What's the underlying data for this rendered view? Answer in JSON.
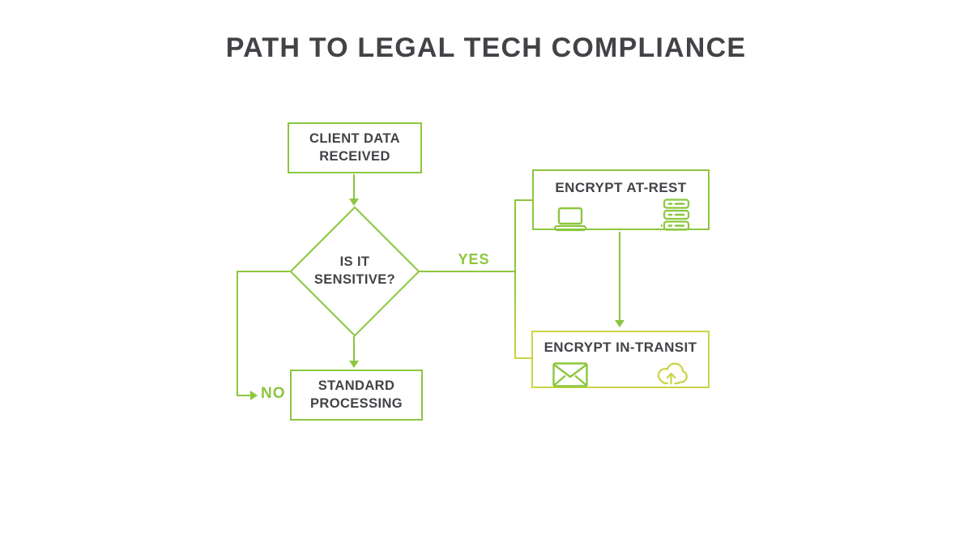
{
  "title": "PATH TO LEGAL TECH COMPLIANCE",
  "colors": {
    "green": "#8CC63F",
    "ygreen": "#C9D445",
    "ink": "#424347",
    "bg": "#FFFFFF"
  },
  "flowchart": {
    "nodes": {
      "client_data": {
        "label": "CLIENT DATA RECEIVED",
        "shape": "rectangle"
      },
      "decision": {
        "label": "IS IT SENSITIVE?",
        "shape": "diamond"
      },
      "encrypt_at_rest": {
        "label": "ENCRYPT AT-REST",
        "shape": "rectangle",
        "icons": [
          "laptop-icon",
          "server-icon"
        ]
      },
      "encrypt_in_transit": {
        "label": "ENCRYPT IN-TRANSIT",
        "shape": "rectangle",
        "icons": [
          "envelope-icon",
          "cloud-upload-icon"
        ]
      },
      "standard_processing": {
        "label": "STANDARD PROCESSING",
        "shape": "rectangle"
      }
    },
    "edges": {
      "yes_label": "YES",
      "no_label": "NO",
      "paths": [
        "client_data -> decision",
        "decision -YES-> encrypt_at_rest",
        "encrypt_at_rest -> encrypt_in_transit",
        "decision -YES-> encrypt_in_transit",
        "decision -NO-> standard_processing",
        "decision -> standard_processing"
      ]
    }
  }
}
